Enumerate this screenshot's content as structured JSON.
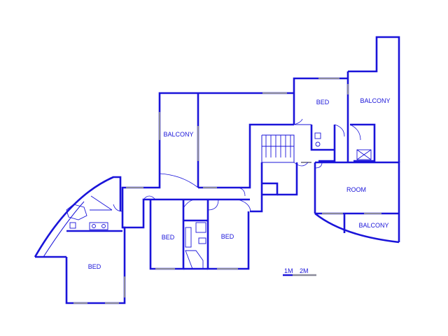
{
  "colors": {
    "wall": "#1a14d9",
    "text": "#1a14d9",
    "window": "#8a8a9a",
    "background": "#ffffff"
  },
  "rooms": {
    "balcony_left": "BALCONY",
    "bed_top": "BED",
    "balcony_top_right": "BALCONY",
    "room": "ROOM",
    "balcony_bottom_right": "BALCONY",
    "bed_center_left": "BED",
    "bed_center_right": "BED",
    "bed_bottom_left": "BED"
  },
  "scale": {
    "label_1m": "1M",
    "label_2m": "2M"
  }
}
